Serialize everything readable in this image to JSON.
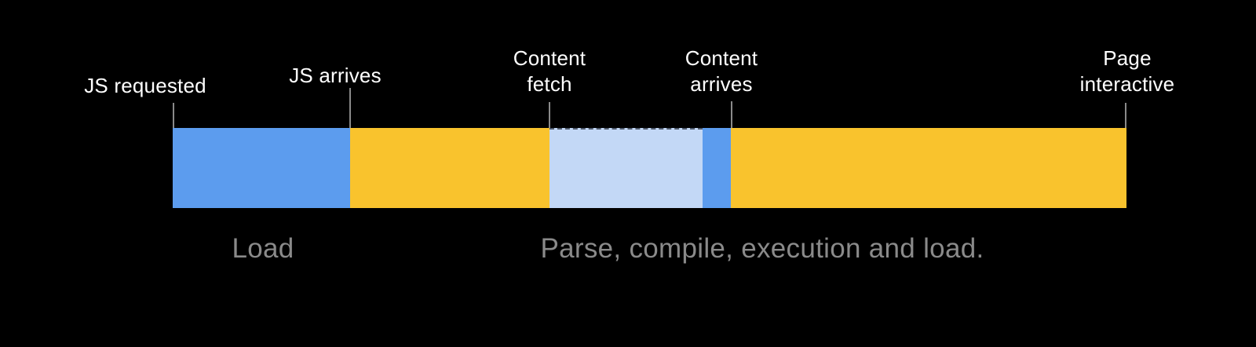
{
  "background": "#000000",
  "colors": {
    "background": "#000000",
    "bar_blue": "#5C9CEE",
    "bar_yellow": "#F9C32D",
    "bar_light_blue": "#C3D8F6",
    "tick": "#8A8A8A",
    "label": "#FFFFFF",
    "caption": "#8A8A8A"
  },
  "timeline": {
    "milestones": [
      {
        "label": "JS requested"
      },
      {
        "label": "JS arrives"
      },
      {
        "label": "Content fetch"
      },
      {
        "label": "Content arrives"
      },
      {
        "label": "Page interactive"
      }
    ],
    "segments": [
      {
        "phase": "js-download",
        "color_key": "bar_blue"
      },
      {
        "phase": "parse-compile",
        "color_key": "bar_yellow"
      },
      {
        "phase": "content-fetch",
        "color_key": "bar_light_blue"
      },
      {
        "phase": "content-load",
        "color_key": "bar_blue"
      },
      {
        "phase": "execution-and-load",
        "color_key": "bar_yellow"
      }
    ],
    "captions": [
      {
        "text": "Load"
      },
      {
        "text": "Parse, compile, execution and load."
      }
    ]
  }
}
